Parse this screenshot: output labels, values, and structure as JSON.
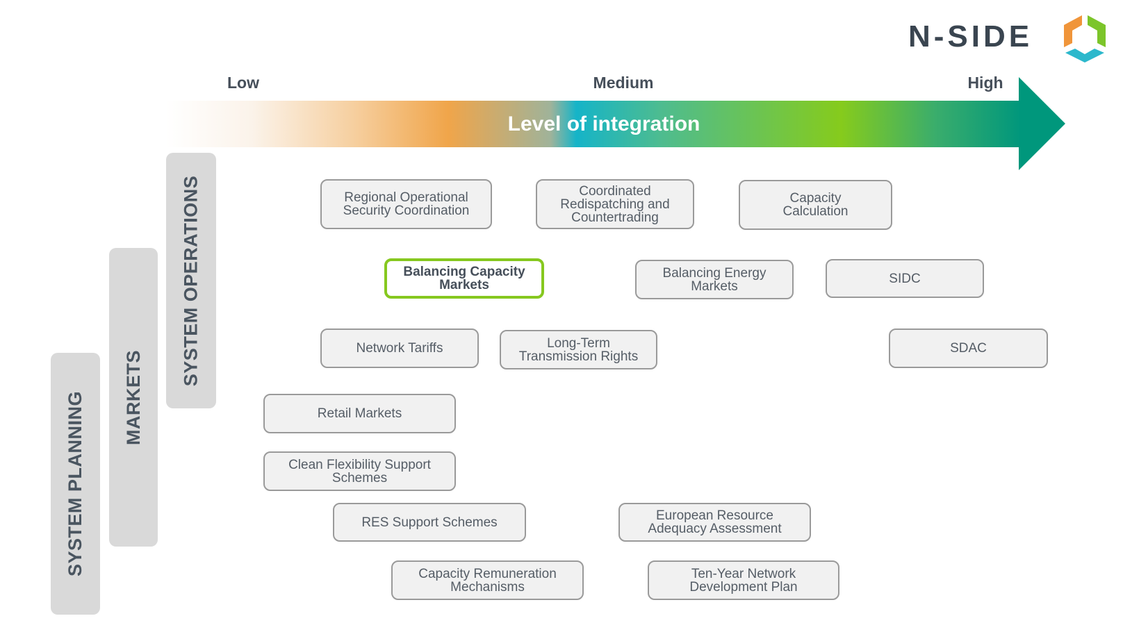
{
  "logo": {
    "text": "N-SIDE"
  },
  "axis": {
    "low": "Low",
    "medium": "Medium",
    "high": "High",
    "title": "Level of integration"
  },
  "columns": {
    "system_operations": "SYSTEM OPERATIONS",
    "markets": "MARKETS",
    "system_planning": "SYSTEM PLANNING"
  },
  "boxes": [
    "Regional Operational Security Coordination",
    "Coordinated Redispatching and Countertrading",
    "Capacity Calculation",
    "Balancing Capacity Markets",
    "Balancing Energy Markets",
    "SIDC",
    "Network Tariffs",
    "Long-Term Transmission Rights",
    "SDAC",
    "Retail Markets",
    "Clean Flexibility Support Schemes",
    "RES Support Schemes",
    "European Resource Adequacy Assessment",
    "Capacity Remuneration Mechanisms",
    "Ten-Year Network Development Plan"
  ],
  "colors": {
    "highlight": "#86c81f",
    "arrow_end": "#00977c"
  }
}
